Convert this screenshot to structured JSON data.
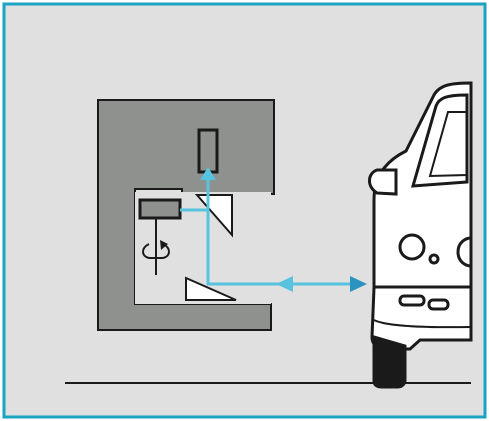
{
  "figure": {
    "background_color": "#e0e0e0",
    "border_color": "#1aa3c2",
    "bracket_color": "#8e918d",
    "outline_color": "#1a1a1a",
    "arrow_color": "#58c3df",
    "arrow_dark_color": "#2a93c0",
    "car_color": "#ffffff",
    "ground_color": "#1a1a1a"
  },
  "components": {
    "bracket": "c-frame",
    "upper_sensor": "rectangular-block",
    "rotating_head": "rotation-arrow",
    "upper_mirror": "triangle-mirror",
    "lower_mirror": "triangle-mirror",
    "vehicle": "car-front-view",
    "signal_path": "double-headed-arrow"
  }
}
